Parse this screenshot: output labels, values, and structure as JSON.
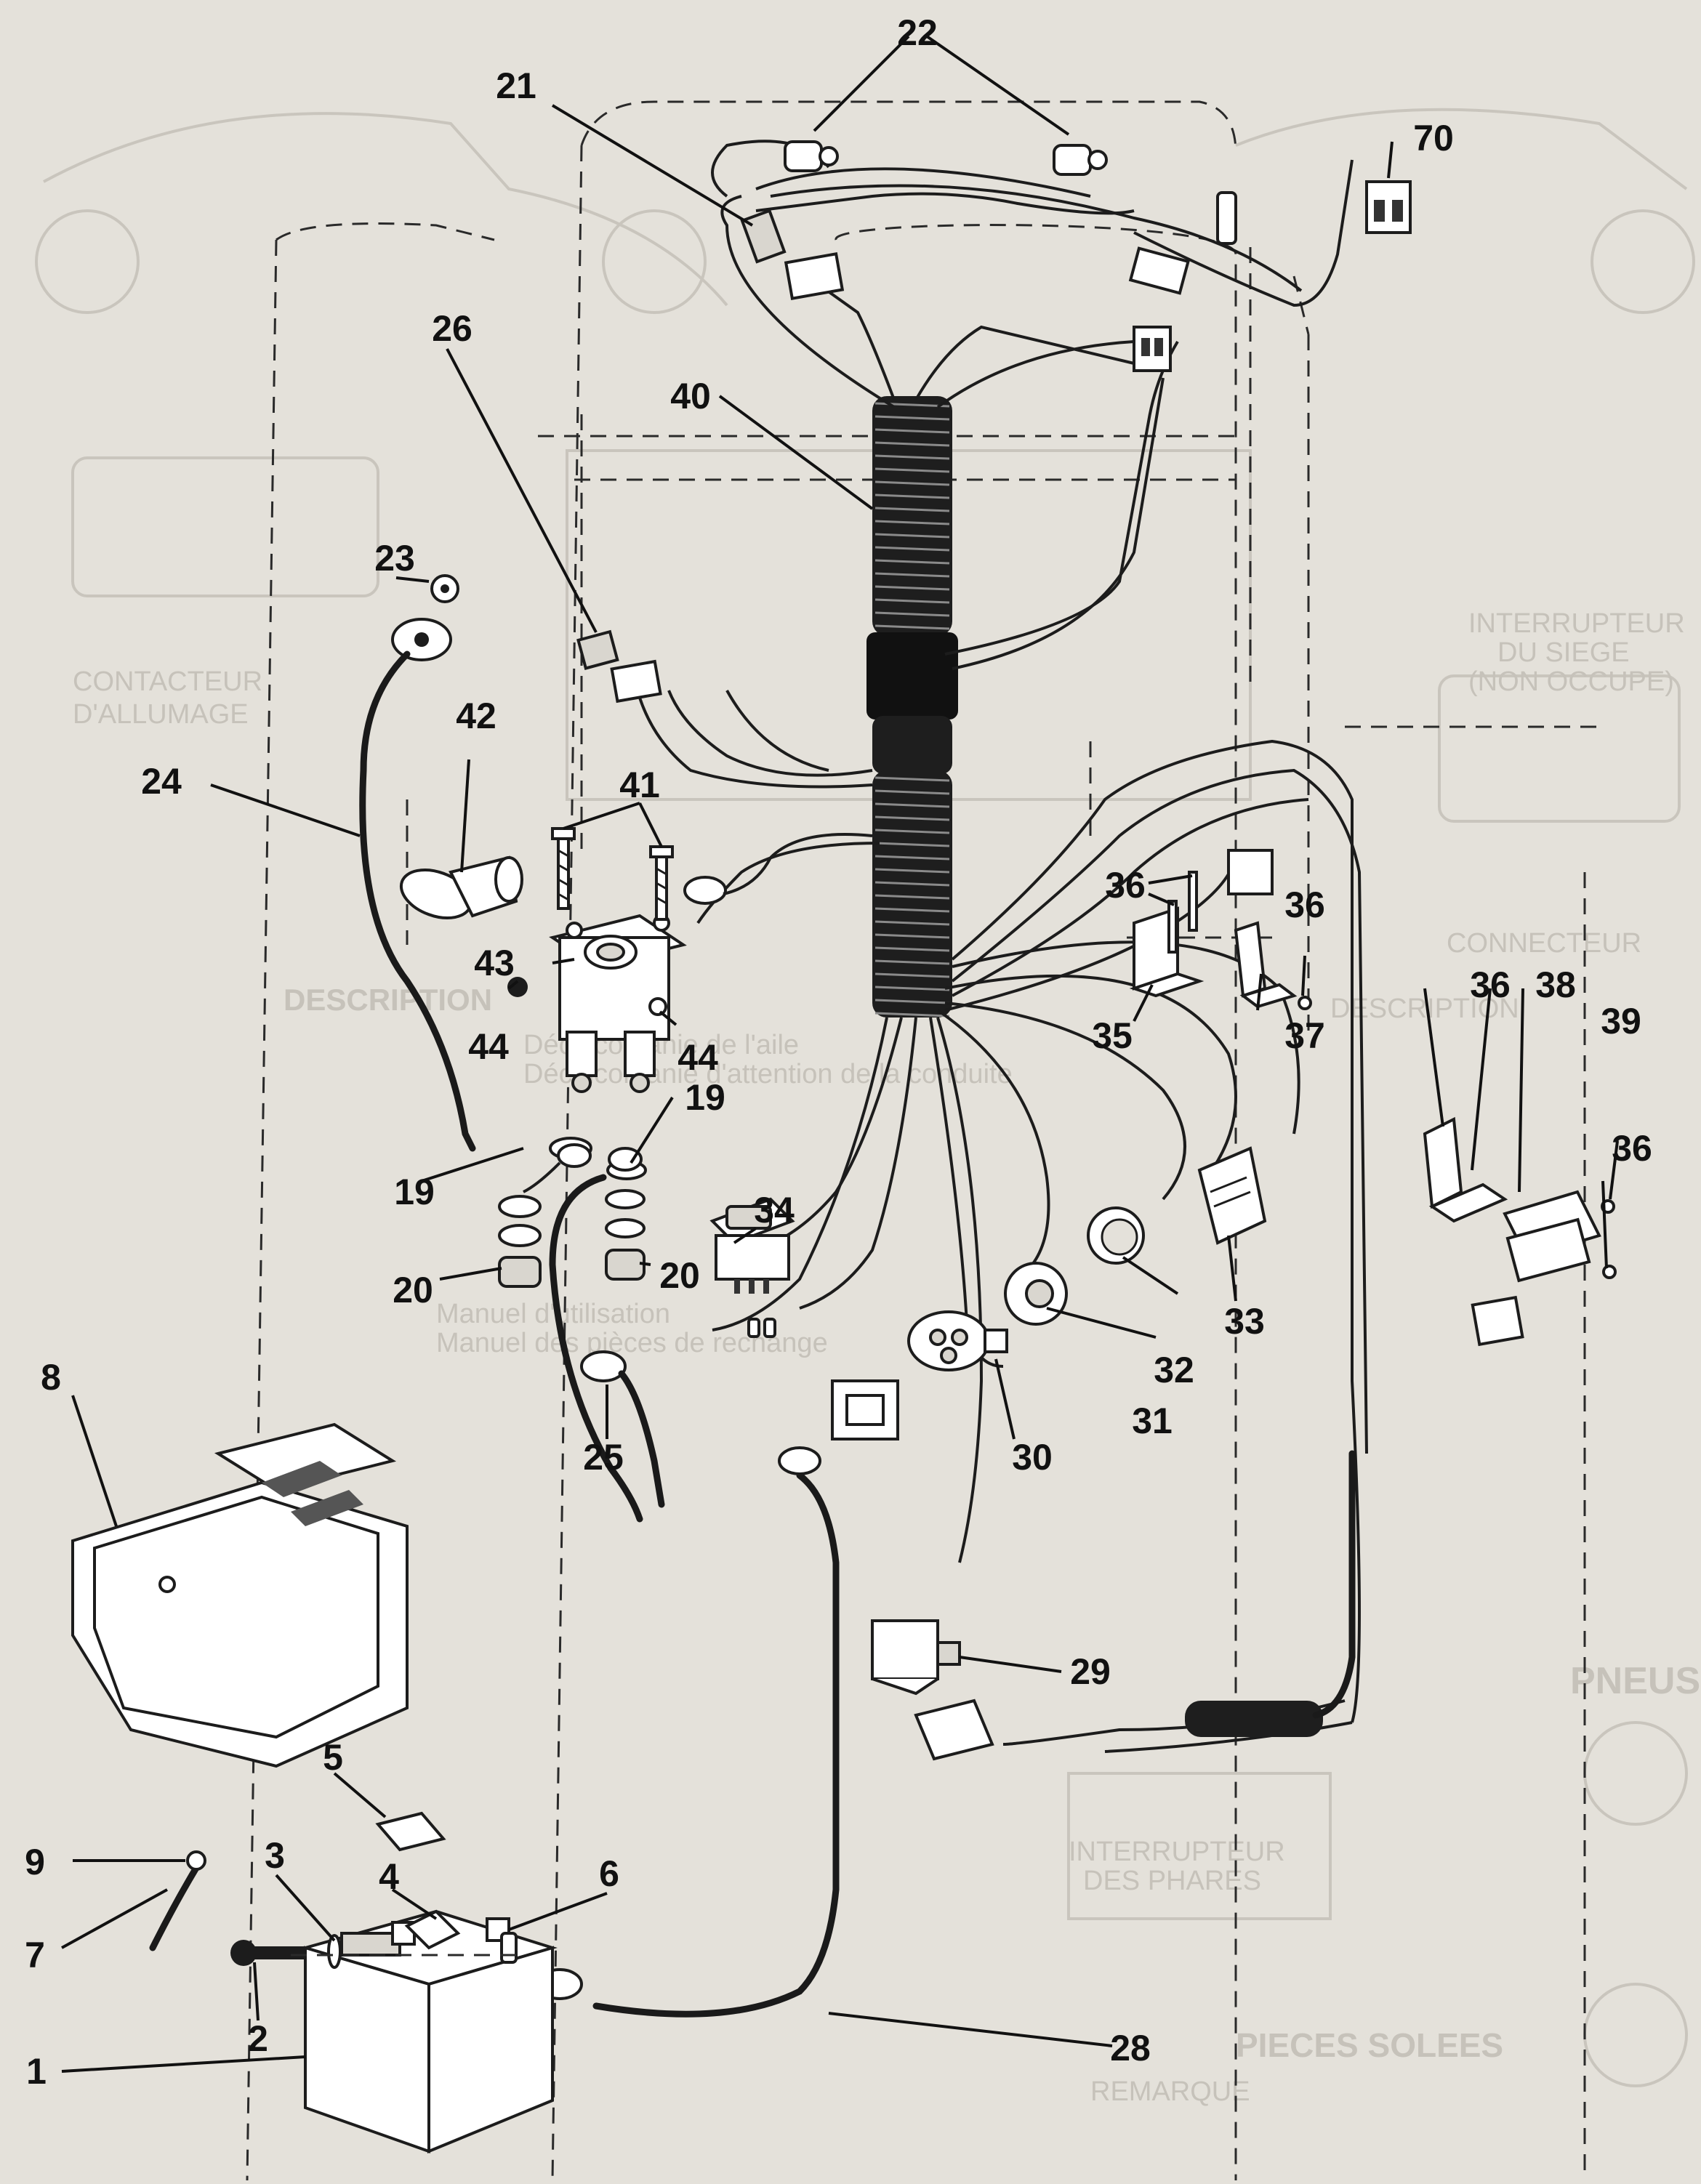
{
  "callouts": [
    {
      "id": "c1",
      "label": "1"
    },
    {
      "id": "c2",
      "label": "2"
    },
    {
      "id": "c3",
      "label": "3"
    },
    {
      "id": "c4",
      "label": "4"
    },
    {
      "id": "c5",
      "label": "5"
    },
    {
      "id": "c6",
      "label": "6"
    },
    {
      "id": "c7",
      "label": "7"
    },
    {
      "id": "c8",
      "label": "8"
    },
    {
      "id": "c9",
      "label": "9"
    },
    {
      "id": "c19a",
      "label": "19"
    },
    {
      "id": "c19b",
      "label": "19"
    },
    {
      "id": "c20a",
      "label": "20"
    },
    {
      "id": "c20b",
      "label": "20"
    },
    {
      "id": "c21",
      "label": "21"
    },
    {
      "id": "c22",
      "label": "22"
    },
    {
      "id": "c23",
      "label": "23"
    },
    {
      "id": "c24",
      "label": "24"
    },
    {
      "id": "c25",
      "label": "25"
    },
    {
      "id": "c26",
      "label": "26"
    },
    {
      "id": "c28",
      "label": "28"
    },
    {
      "id": "c29",
      "label": "29"
    },
    {
      "id": "c30",
      "label": "30"
    },
    {
      "id": "c31",
      "label": "31"
    },
    {
      "id": "c32",
      "label": "32"
    },
    {
      "id": "c33",
      "label": "33"
    },
    {
      "id": "c34",
      "label": "34"
    },
    {
      "id": "c35",
      "label": "35"
    },
    {
      "id": "c36a",
      "label": "36"
    },
    {
      "id": "c36b",
      "label": "36"
    },
    {
      "id": "c36c",
      "label": "36"
    },
    {
      "id": "c36d",
      "label": "36"
    },
    {
      "id": "c37",
      "label": "37"
    },
    {
      "id": "c38",
      "label": "38"
    },
    {
      "id": "c39",
      "label": "39"
    },
    {
      "id": "c40",
      "label": "40"
    },
    {
      "id": "c41",
      "label": "41"
    },
    {
      "id": "c42",
      "label": "42"
    },
    {
      "id": "c43",
      "label": "43"
    },
    {
      "id": "c44a",
      "label": "44"
    },
    {
      "id": "c44b",
      "label": "44"
    },
    {
      "id": "c70",
      "label": "70"
    }
  ],
  "background_text": [
    {
      "id": "bg1",
      "text": "CONTACTEUR"
    },
    {
      "id": "bg2",
      "text": "D'ALLUMAGE"
    },
    {
      "id": "bg3",
      "text": "INTERRUPTEUR"
    },
    {
      "id": "bg4",
      "text": "DU SIEGE"
    },
    {
      "id": "bg5",
      "text": "(NON OCCUPE)"
    },
    {
      "id": "bg6",
      "text": "CONNECTEUR"
    },
    {
      "id": "bg7",
      "text": "DESCRIPTION"
    },
    {
      "id": "bg8",
      "text": "PNEUS"
    },
    {
      "id": "bg9",
      "text": "PIECES SOLEES"
    },
    {
      "id": "bg10",
      "text": "REMARQUE"
    },
    {
      "id": "bg11",
      "text": "INTERRUPTEUR"
    },
    {
      "id": "bg12",
      "text": "DES PHARES"
    },
    {
      "id": "bg13",
      "text": "DESCRIPTION"
    },
    {
      "id": "bg14",
      "text": "Manuel d'utilisation"
    },
    {
      "id": "bg15",
      "text": "Manuel des pièces de rechange"
    },
    {
      "id": "bg16",
      "text": "Décalcomanie de l'aile"
    },
    {
      "id": "bg17",
      "text": "Décalcomanie d'attention de la conduite"
    }
  ]
}
